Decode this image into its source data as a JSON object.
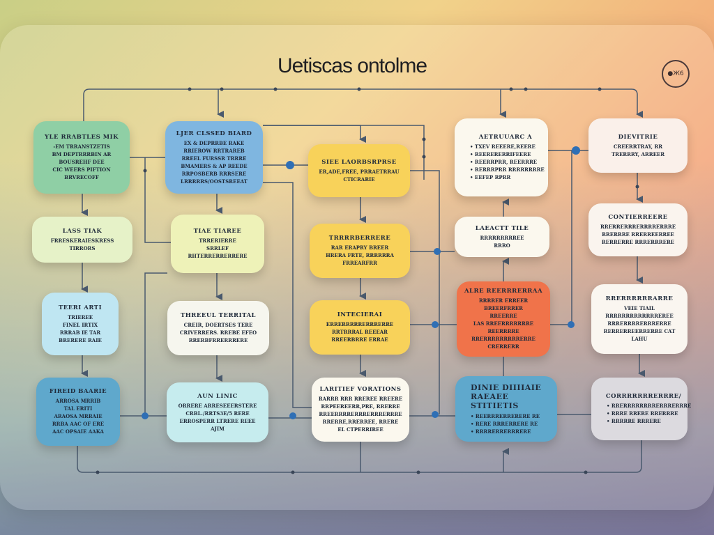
{
  "title": "Uetiscas ontolme",
  "badge": "●Ж6",
  "colors": {
    "green": "#8fcfa5",
    "blue": "#7fb6e0",
    "yellow": "#f8d25a",
    "cream": "#fbf8ee",
    "orange": "#f0734a",
    "teal": "#5fa8cc",
    "wire": "#4a5a6e",
    "dot": "#2f6fb5"
  },
  "nodes": [
    {
      "title": "YLE RRABTLES MIK",
      "lines": [
        "-EM TRRANSTZETIS",
        "BM DEPTRRRBIN AR",
        "BOUSREHF DEE",
        "CIC WEERS PIFTION",
        "BRVRECOFF"
      ]
    },
    {
      "title": "LASS TIAK",
      "lines": [
        "FRRESKERAIESKRESS",
        "TIRRORS"
      ]
    },
    {
      "title": "TEERI ARTI",
      "lines": [
        "TRIEREE",
        "FINEL IRTIX",
        "RRRAB IE TAR",
        "BRERERE RAIE"
      ]
    },
    {
      "title": "FIREID BAARIE",
      "lines": [
        "ARROSA MRRIB",
        "TAL ERITI",
        "ARAOSA MRRAIE",
        "RRBA AAC OF ERE",
        "AAC OPSAIE AAKA"
      ]
    },
    {
      "title": "LJER CLSSED BIARD",
      "lines": [
        "EX & DEPRRBE RAKE",
        "RRIEROW RRTRAREB",
        "RREEL FURSSR TRRRE",
        "BMAMERS & AP REEDE",
        "RRPOSBERB RRRSERE",
        "LRRRRRS/OOSTSREEAT"
      ]
    },
    {
      "title": "TIAE TIAREE",
      "lines": [
        "TRRERIERRE",
        "SRRLEF",
        "RHTERRERRERRERE"
      ]
    },
    {
      "title": "THREEUL TERRITAL",
      "lines": [
        "CREIR, DOERTSES TERE",
        "CRIVERRERS. RREBE EFEO",
        "RRERBFRRERRRERE"
      ]
    },
    {
      "title": "AUN LINIC",
      "lines": [
        "ORRERE ARRESEEERSTERE",
        "CRBL./RRTS3E/5 RERE",
        "ERROSPERR LTRERE REEE",
        "AJIM"
      ]
    },
    {
      "title": "SIEE LAORBSRPRSE",
      "lines": [
        "ER,ADE,FREE, PRRAETRRAU",
        "CTICRARIE"
      ]
    },
    {
      "title": "TRRRRBERRERE",
      "lines": [
        "RAR ERAPRY BREER",
        "HRERA FRTE, RRRRRRA",
        "FRREARFRR"
      ]
    },
    {
      "title": "INTECIERAI",
      "lines": [
        "ERRERRRRRERRRERRE",
        "RRTRRRAL REEEAR",
        "RREERBRRE ERRAE"
      ]
    },
    {
      "title": "LARITIEF VORATIONS",
      "lines": [
        "RARRR RRR RREREE RREERE",
        "RRPEEREERR,PRE, RRERRE",
        "RREERRRRERRRERRRERRRE",
        "RRERRE,RRERREE, RRERE",
        "EL CTPERRIREE"
      ]
    },
    {
      "title": "AETRUUARC A",
      "lines": [
        "TXEV REEERE,REERE",
        "REERERERRIFEERE",
        "REERRPRR, REERRRE",
        "RERRRPRR RRRRRRRRE",
        "EEFEP RPRR"
      ]
    },
    {
      "title": "LAEACTT TILE",
      "lines": [
        "RRRRRRRRREE",
        "RRRO"
      ]
    },
    {
      "title": "ALRE REERRRERRAA",
      "lines": [
        "RRRRER ERREER",
        "BREERFRRER",
        "RREERRE",
        "LAS RREERRRRRRRE",
        "REERRRRE",
        "RRERRRRRRRRRERRE",
        "CRERRERR"
      ]
    },
    {
      "title": "DINIE DIIIIAIE RAEAEE STITIETIS",
      "lines": [
        "REERRRERRERERE RE",
        "RERE RRRERRERE RE",
        "RRRRERRERRRERE"
      ]
    },
    {
      "title": "DIEVITRIE",
      "lines": [
        "CREERRTRAY, RR",
        "TRERRRY, ARREER"
      ]
    },
    {
      "title": "CONTIERREERE",
      "lines": [
        "RRERRERRRERRRRERRRE",
        "RRERRRE RRERREERREE",
        "RERRERRE RRRERRRERE"
      ]
    },
    {
      "title": "RRERRRRRRARRE",
      "lines": [
        "VEIE TIAIL",
        "RRRRRRRRRRRRREREE",
        "RRRERRRRERRRERRE",
        "RERRERREERRERRE CAT",
        "LAHU"
      ]
    },
    {
      "title": "CORRRRRRRERRRE/",
      "lines": [
        "RRERRRRRRRRERRRERRRE",
        "RRRE RRERE RRERRRE",
        "RRRRRE RRRERE"
      ]
    }
  ]
}
